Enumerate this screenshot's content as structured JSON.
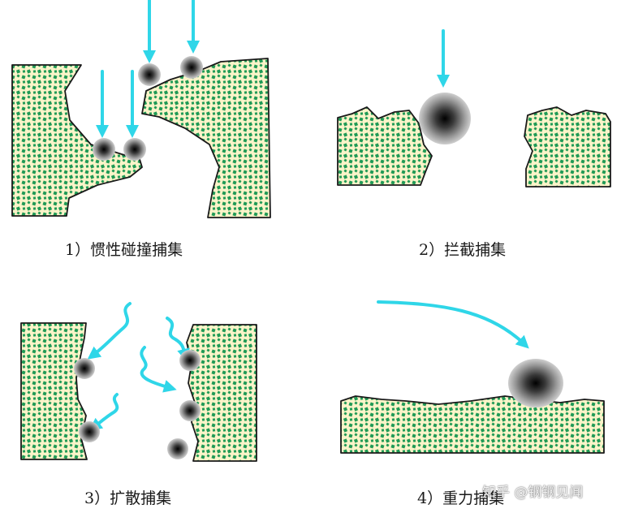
{
  "colors": {
    "fill": "#fbf4c9",
    "dots": "#1f9a55",
    "outline": "#1a1a1a",
    "arrow": "#2fd6e8",
    "particle": "#111111"
  },
  "panels": [
    {
      "id": "inertial",
      "caption": "1）惯性碰撞捕集"
    },
    {
      "id": "interception",
      "caption": "2）拦截捕集"
    },
    {
      "id": "diffusion",
      "caption": "3）扩散捕集"
    },
    {
      "id": "gravity",
      "caption": "4）重力捕集"
    }
  ],
  "icons": {
    "arrow": "cyan-arrow-icon",
    "particle": "dust-particle-icon"
  },
  "watermark": "知乎 @钢钢见闻"
}
